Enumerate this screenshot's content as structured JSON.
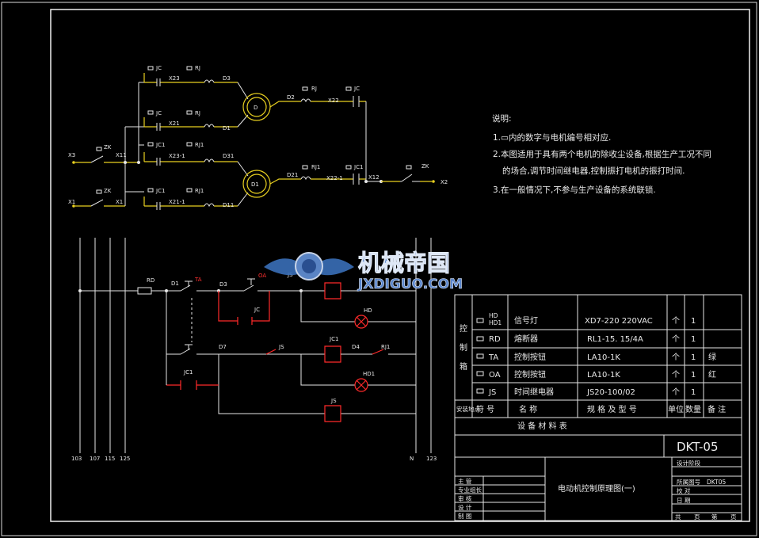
{
  "notes": {
    "heading": "说明:",
    "line1": "1.▭内的数字与电机编号相对应.",
    "line2a": "2.本图适用于具有两个电机的除收尘设备,根据生产工况不同",
    "line2b": "的场合,调节时间继电器,控制振打电机的振打时间.",
    "line3": "3.在一般情况下,不参与生产设备的系统联锁."
  },
  "watermark": {
    "title": "机械帝国",
    "url": "JXDIGUO.COM"
  },
  "schematic": {
    "top_labels": {
      "jc1": "JC",
      "rj1": "RJ",
      "x23": "X23",
      "d3": "D3",
      "jc2": "JC",
      "rj2": "RJ",
      "x21": "X21",
      "d1w": "D1",
      "jc3": "JC1",
      "rj3": "RJ1",
      "x23_1": "X23-1",
      "d31": "D31",
      "jc4": "JC1",
      "rj4": "RJ1",
      "x21_1": "X21-1",
      "d11": "D11",
      "zk1": "ZK",
      "x3": "X3",
      "x11": "X11",
      "zk2": "ZK",
      "x1": "X1",
      "x1b": "X1",
      "motor1": "D",
      "motor2": "D1",
      "d2": "D2",
      "rj5": "RJ",
      "x22": "X22",
      "jc5": "JC",
      "d21": "D21",
      "rj6": "RJ1",
      "x22_1": "X22-1",
      "jc6": "JC1",
      "x12": "X12",
      "zk3": "ZK",
      "x2": "X2"
    },
    "ctrl_labels": {
      "rd": "RD",
      "d1": "D1",
      "ta": "TA",
      "d3": "D3",
      "oa": "OA",
      "jc": "JC",
      "js": "JS",
      "hd": "HD",
      "d7": "D7",
      "js2": "JS",
      "jc1": "JC1",
      "d4": "D4",
      "rj1": "RJ1",
      "hd1": "HD1",
      "jc1b": "JC1",
      "js3": "JS",
      "b103": "103",
      "b107": "107",
      "b115": "115",
      "b125": "125",
      "bn": "N",
      "b123": "123"
    }
  },
  "bom": {
    "side_label": [
      "控",
      "制",
      "箱"
    ],
    "rows": [
      {
        "sym": "HD",
        "sym2": "HD1",
        "name": "信号灯",
        "spec": "XD7-220 220VAC",
        "unit": "个",
        "qty": "1",
        "note": ""
      },
      {
        "sym": "RD",
        "sym2": "",
        "name": "熔断器",
        "spec": "RL1-15. 15/4A",
        "unit": "个",
        "qty": "1",
        "note": ""
      },
      {
        "sym": "TA",
        "sym2": "",
        "name": "控制按钮",
        "spec": "LA10-1K",
        "unit": "个",
        "qty": "1",
        "note": "绿"
      },
      {
        "sym": "OA",
        "sym2": "",
        "name": "控制按钮",
        "spec": "LA10-1K",
        "unit": "个",
        "qty": "1",
        "note": "红"
      },
      {
        "sym": "JS",
        "sym2": "",
        "name": "时间继电器",
        "spec": "JS20-100/02",
        "unit": "个",
        "qty": "1",
        "note": ""
      }
    ],
    "header": {
      "group": "安装地点",
      "sym": "符 号",
      "name": "名  称",
      "spec": "规 格 及 型 号",
      "unit": "单位",
      "qty": "数量",
      "note": "备 注"
    },
    "caption": "设 备 材 料 表"
  },
  "title_block": {
    "code": "DKT-05",
    "drawing_title": "电动机控制原理图(一)",
    "stage": "设计阶段",
    "ref_label": "所属图号",
    "ref_value": "DKT05",
    "right_labels": [
      "校 对",
      "日 期"
    ],
    "left_labels": [
      "主 管",
      "专业组长",
      "审 核",
      "设 计",
      "制 图"
    ],
    "bottom_right": [
      "共",
      "页",
      "第",
      "页"
    ]
  }
}
